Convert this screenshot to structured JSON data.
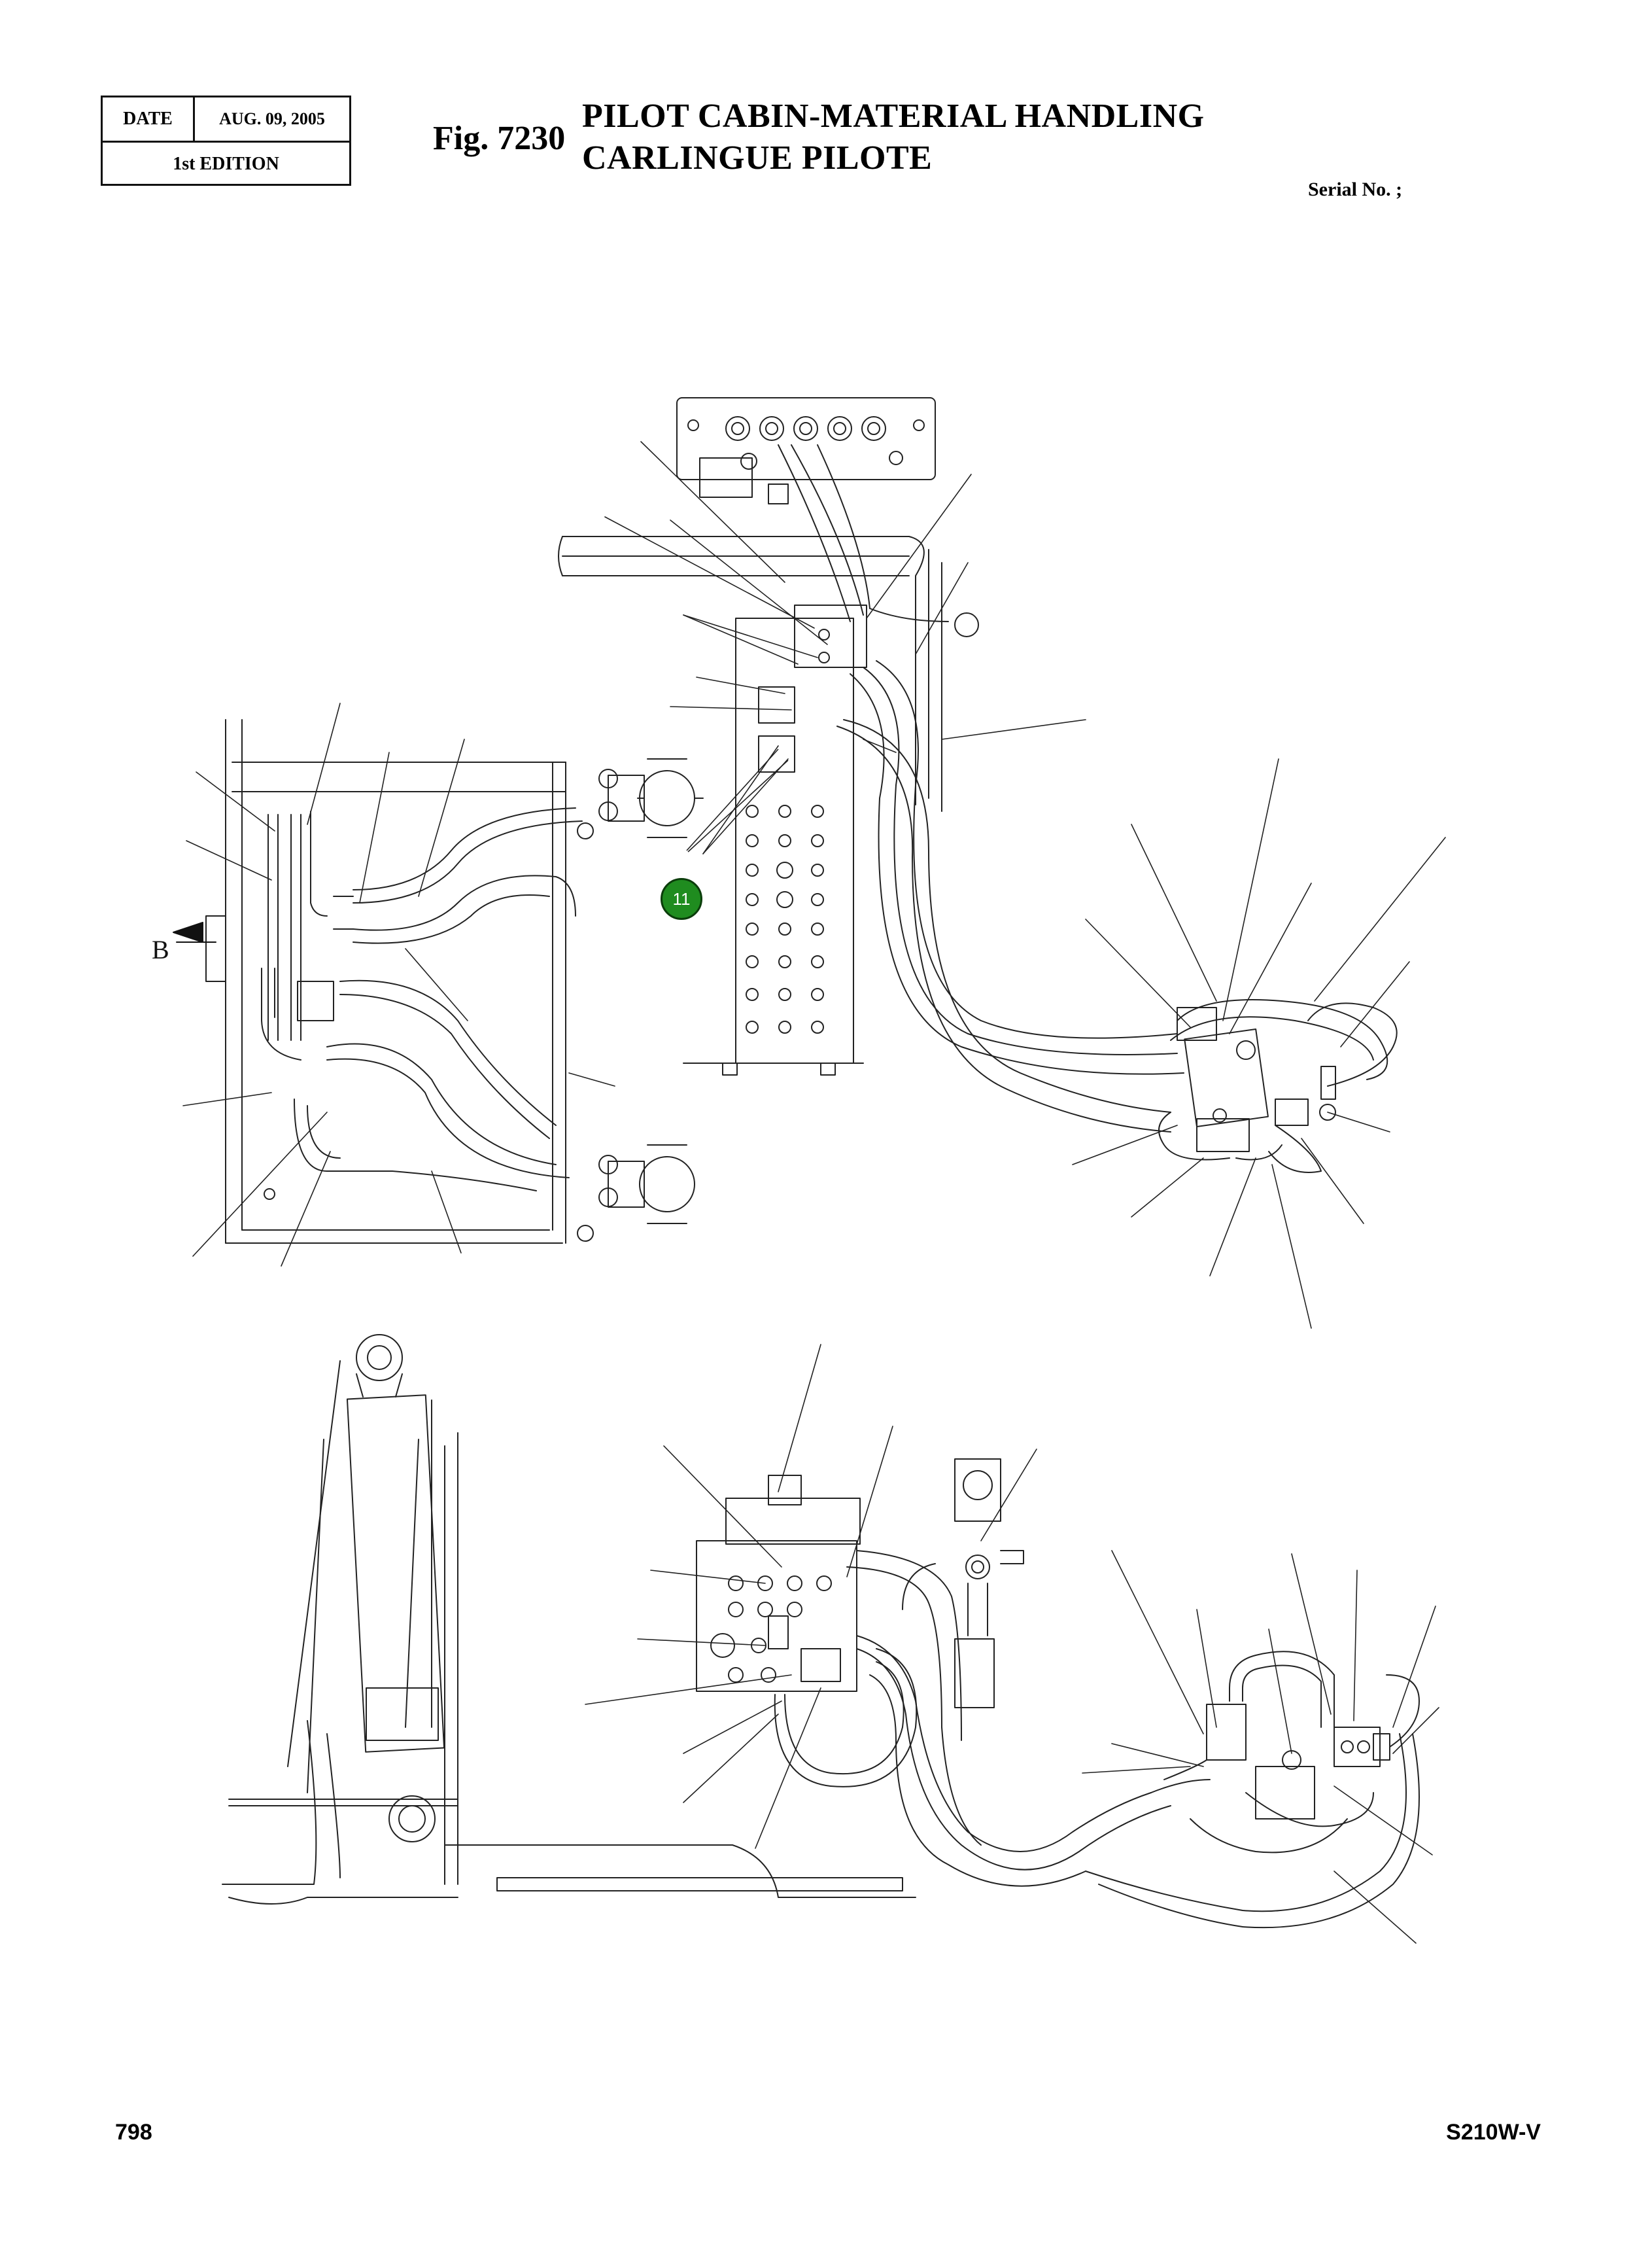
{
  "header": {
    "date_label": "DATE",
    "date_value": "AUG. 09, 2005",
    "edition": "1st EDITION",
    "fig_number": "Fig. 7230",
    "title_en": "PILOT CABIN-MATERIAL HANDLING",
    "title_fr": "CARLINGUE PILOTE",
    "serial": "Serial No. ;"
  },
  "diagram": {
    "view_label": "B",
    "callouts": [
      {
        "label": "11"
      }
    ]
  },
  "footer": {
    "page_number": "798",
    "model": "S210W-V"
  }
}
